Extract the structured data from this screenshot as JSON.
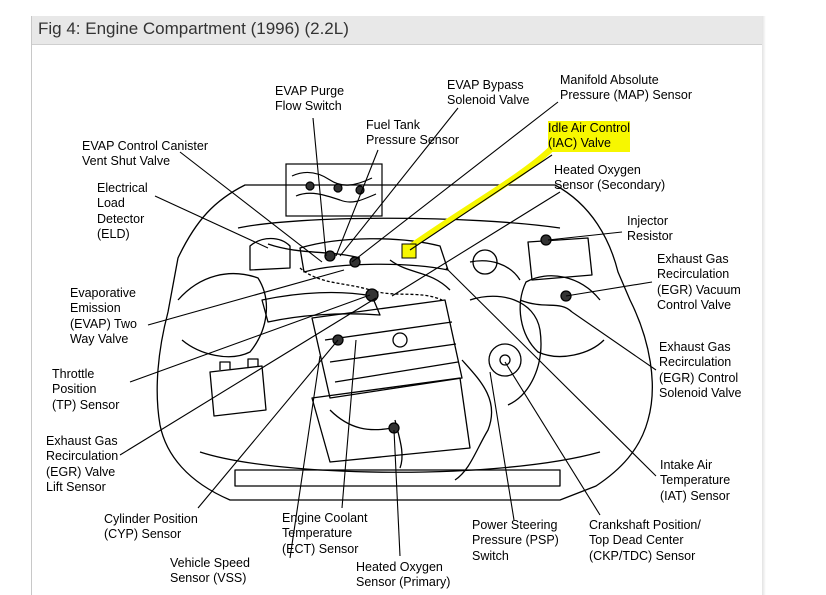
{
  "figure": {
    "title": "Fig 4: Engine Compartment (1996) (2.2L)",
    "highlight_color": "#f7f700",
    "highlighted_component": "iac"
  },
  "labels": {
    "evap_purge_flow_switch": "EVAP Purge\nFlow Switch",
    "evap_bypass_solenoid": "EVAP Bypass\nSolenoid Valve",
    "map_sensor": "Manifold Absolute\nPressure (MAP) Sensor",
    "fuel_tank_pressure": "Fuel Tank\nPressure Sensor",
    "iac": "Idle Air Control\n(IAC) Valve",
    "evap_control_canister": "EVAP Control Canister\nVent Shut Valve",
    "heated_o2_secondary": "Heated Oxygen\nSensor (Secondary)",
    "eld": "Electrical\nLoad\nDetector\n(ELD)",
    "injector_resistor": "Injector\nResistor",
    "egr_vacuum": "Exhaust Gas\nRecirculation\n(EGR) Vacuum\nControl Valve",
    "evap_two_way": "Evaporative\nEmission\n(EVAP) Two\nWay Valve",
    "egr_control_solenoid": "Exhaust Gas\nRecirculation\n(EGR) Control\nSolenoid Valve",
    "tp_sensor": "Throttle\nPosition\n(TP) Sensor",
    "egr_lift": "Exhaust Gas\nRecirculation\n(EGR) Valve\nLift Sensor",
    "iat_sensor": "Intake Air\nTemperature\n(IAT) Sensor",
    "cyp_sensor": "Cylinder Position\n(CYP) Sensor",
    "ect_sensor": "Engine Coolant\nTemperature\n(ECT) Sensor",
    "psp_switch": "Power Steering\nPressure (PSP)\nSwitch",
    "ckp_tdc": "Crankshaft Position/\nTop Dead Center\n(CKP/TDC) Sensor",
    "vss": "Vehicle Speed\nSensor (VSS)",
    "heated_o2_primary": "Heated Oxygen\nSensor (Primary)"
  }
}
